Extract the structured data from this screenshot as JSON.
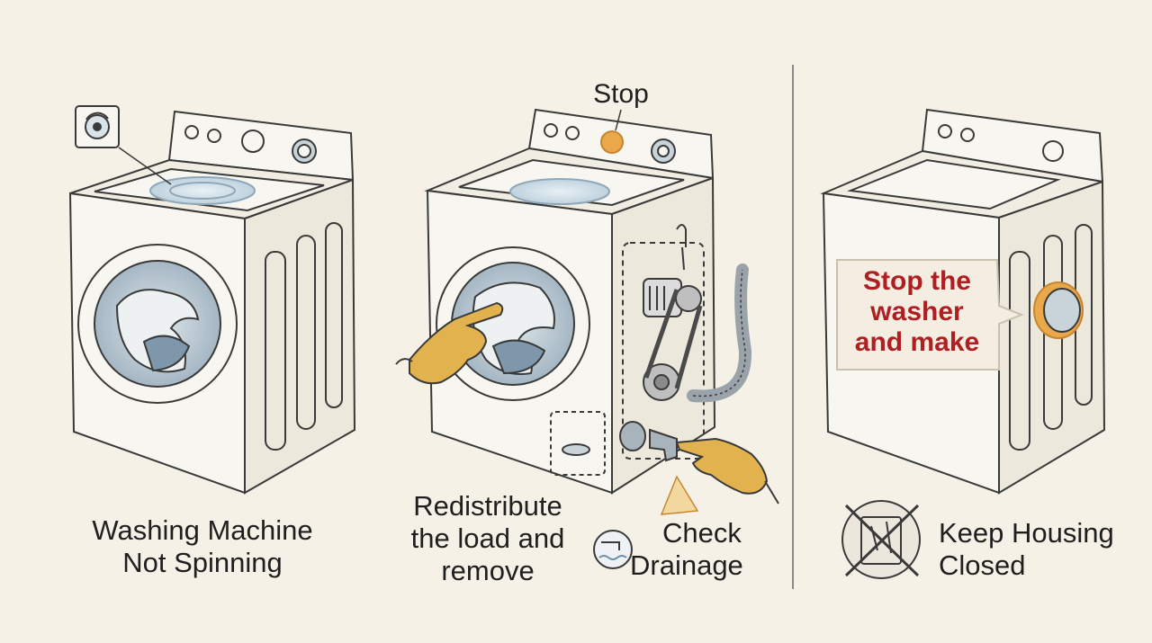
{
  "panels": {
    "problem": {
      "title_lines": [
        "Washing Machine",
        "Not Spinning"
      ]
    },
    "fix": {
      "stop_label": "Stop",
      "redistribute_lines": [
        "Redistribute",
        "the load and",
        "remove"
      ],
      "check_lines": [
        "Check",
        "Drainage"
      ]
    },
    "safety": {
      "callout_lines": [
        "Stop the",
        "washer",
        "and make"
      ],
      "keep_lines": [
        "Keep Housing",
        "Closed"
      ]
    }
  },
  "colors": {
    "background": "#f5f1e6",
    "ink": "#3a3a3a",
    "accent_orange": "#e9a84a",
    "glove": "#e2b24f",
    "warning_red": "#b01e22",
    "water_blue": "#a9c4d6"
  }
}
